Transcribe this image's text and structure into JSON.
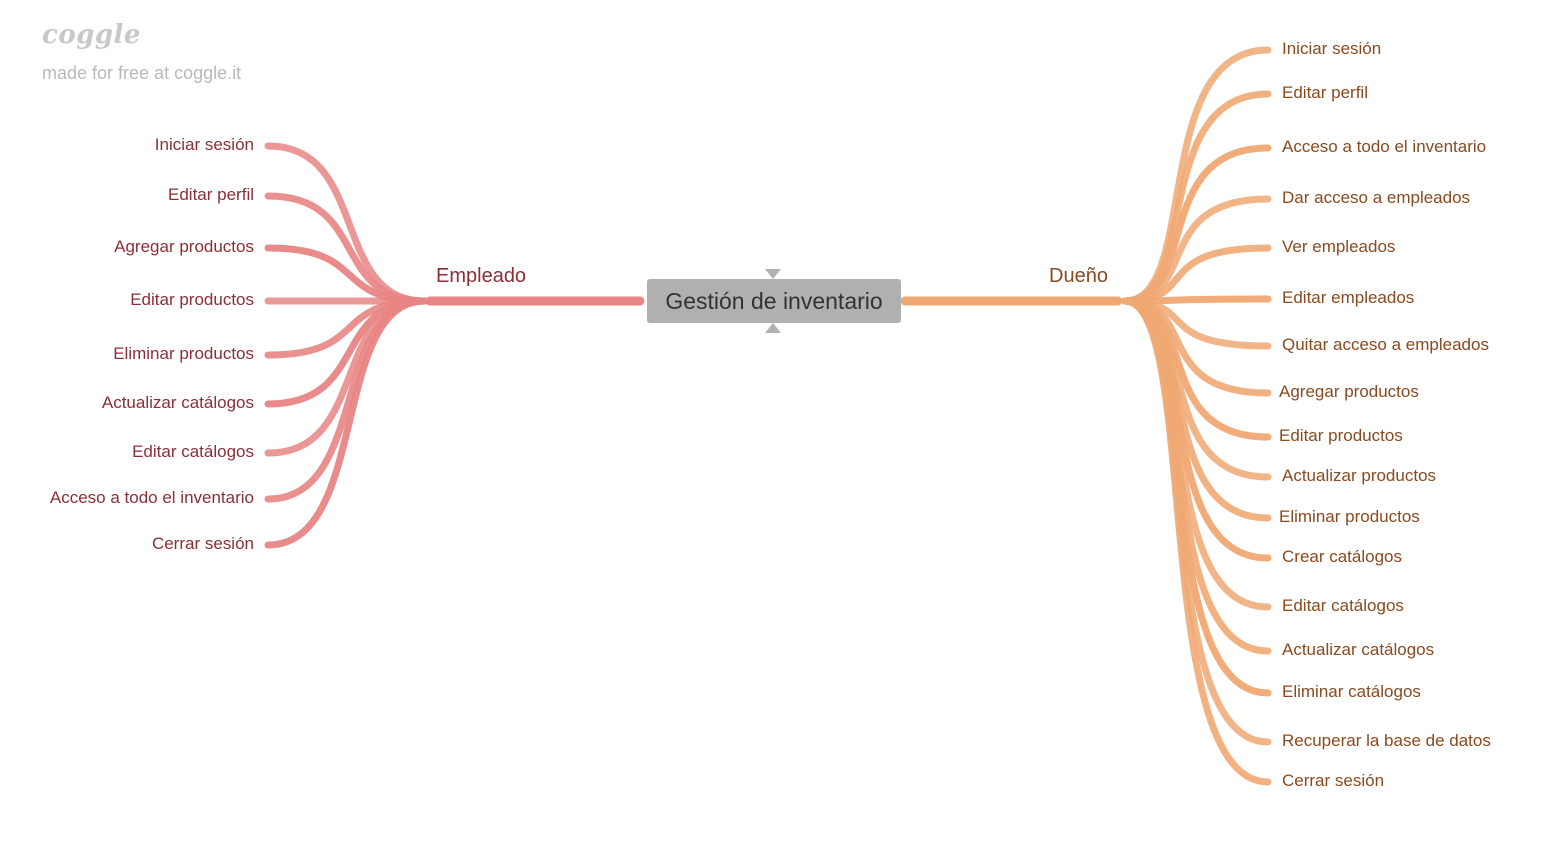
{
  "logo": {
    "text": "coggle",
    "tagline": "made for free at coggle.it"
  },
  "colors": {
    "left_branch": "#e88584",
    "right_branch": "#f0a873",
    "left_text": "#8b2f37",
    "right_text": "#8a4a1f",
    "center_fill": "#b0b0b0"
  },
  "center": {
    "label": "Gestión de inventario"
  },
  "left": {
    "label": "Empleado",
    "items": [
      "Iniciar sesión",
      "Editar perfil",
      "Agregar productos",
      "Editar productos",
      "Eliminar productos",
      "Actualizar catálogos",
      "Editar catálogos",
      "Acceso a todo el inventario",
      "Cerrar sesión"
    ]
  },
  "right": {
    "label": "Dueño",
    "items": [
      "Iniciar sesión",
      "Editar perfil",
      "Acceso a todo el inventario",
      "Dar acceso a empleados",
      "Ver empleados",
      "Editar empleados",
      "Quitar acceso a empleados",
      "Agregar productos",
      "Editar productos",
      "Actualizar productos",
      "Eliminar productos",
      "Crear catálogos",
      "Editar catálogos",
      "Actualizar catálogos",
      "Eliminar catálogos",
      "Recuperar la base de datos",
      "Cerrar sesión"
    ]
  }
}
